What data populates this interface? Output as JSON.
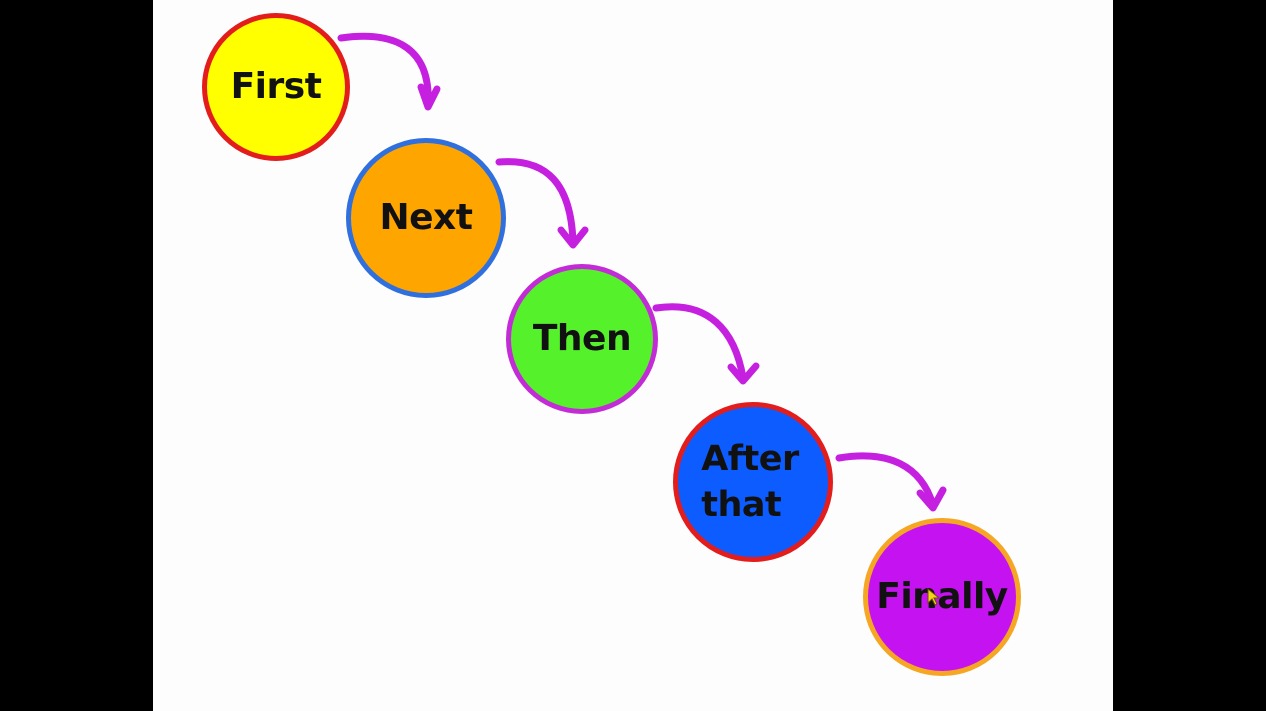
{
  "colors": {
    "background": "#fdfdfd",
    "letterbox": "#000000",
    "arrow": "#c51fe0"
  },
  "steps": [
    {
      "label": "First",
      "fill": "#ffff00",
      "border": "#e31c1c"
    },
    {
      "label": "Next",
      "fill": "#ffa500",
      "border": "#2f6fde"
    },
    {
      "label": "Then",
      "fill": "#55f22c",
      "border": "#c22bd6"
    },
    {
      "label": "After\nthat",
      "fill": "#0d5cff",
      "border": "#e31c1c"
    },
    {
      "label": "Finally",
      "fill": "#c412f0",
      "border": "#f5a623"
    }
  ],
  "icons": {
    "arrow": "curved-arrow-icon",
    "cursor": "mouse-cursor-icon"
  }
}
